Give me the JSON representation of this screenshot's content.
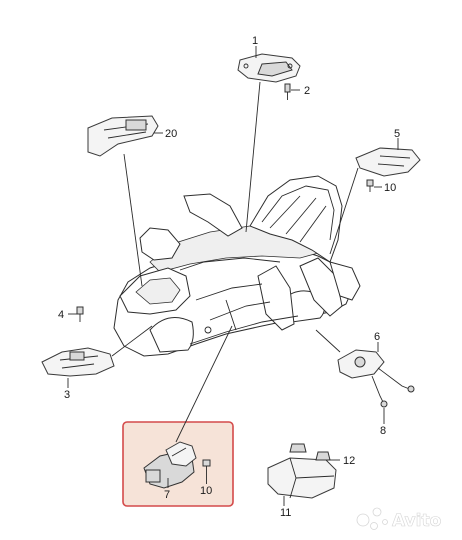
{
  "callouts": {
    "c1": "1",
    "c2": "2",
    "c3": "3",
    "c4": "4",
    "c5": "5",
    "c6": "6",
    "c7": "7",
    "c8": "8",
    "c10a": "10",
    "c10b": "10",
    "c11": "11",
    "c12": "12",
    "c20": "20"
  },
  "watermark": {
    "text": "Avito"
  },
  "colors": {
    "highlight_border": "#d44a4a",
    "highlight_fill": "#f6e3d8",
    "line": "#2b2b2b"
  }
}
